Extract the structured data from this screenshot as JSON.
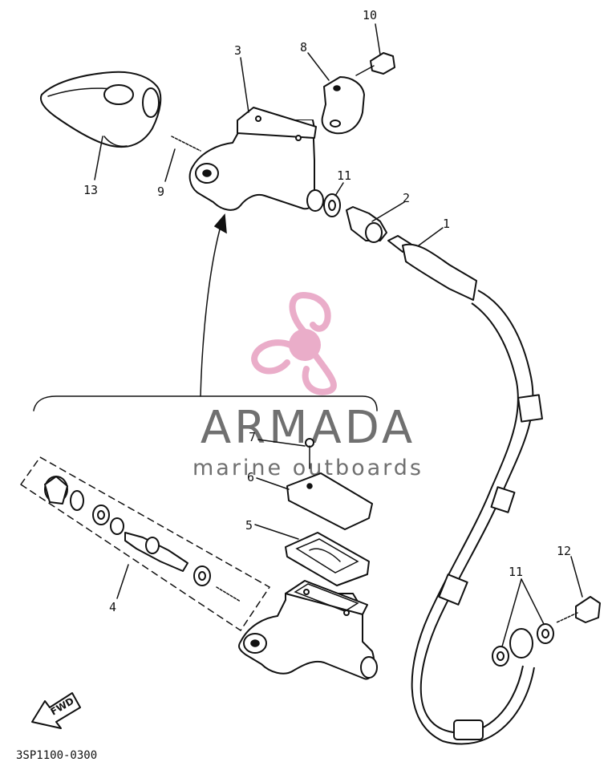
{
  "diagram_code": "3SP1100-0300",
  "fwd_label": "FWD",
  "watermark": {
    "brand": "ARMADA",
    "tagline": "marine outboards",
    "logo_color": "#e9a9c7",
    "text_color": "#707070"
  },
  "callouts": [
    {
      "id": "c1",
      "label": "1"
    },
    {
      "id": "c2",
      "label": "2"
    },
    {
      "id": "c3",
      "label": "3"
    },
    {
      "id": "c4",
      "label": "4"
    },
    {
      "id": "c5",
      "label": "5"
    },
    {
      "id": "c6",
      "label": "6"
    },
    {
      "id": "c7",
      "label": "7"
    },
    {
      "id": "c8",
      "label": "8"
    },
    {
      "id": "c9",
      "label": "9"
    },
    {
      "id": "c10",
      "label": "10"
    },
    {
      "id": "c11a",
      "label": "11"
    },
    {
      "id": "c11b",
      "label": "11"
    },
    {
      "id": "c12",
      "label": "12"
    },
    {
      "id": "c13",
      "label": "13"
    }
  ]
}
